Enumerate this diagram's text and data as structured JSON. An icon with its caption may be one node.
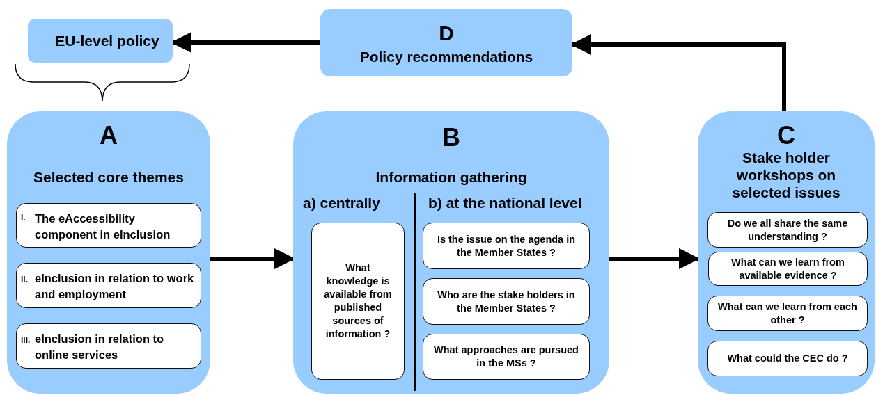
{
  "diagram": {
    "nodes": [
      {
        "text": [
          "EU-level policy"
        ]
      },
      {
        "text": [
          "D",
          "Policy recommendations"
        ]
      },
      {
        "text": [
          "A",
          "Selected core themes"
        ]
      },
      {
        "text": [
          "I.",
          "The eAccessibility component in eInclusion"
        ],
        "in": 2
      },
      {
        "text": [
          "II.",
          "eInclusion in relation to work and employment"
        ],
        "in": 2
      },
      {
        "text": [
          "III.",
          "eInclusion in relation to online services"
        ],
        "in": 2
      },
      {
        "text": [
          "B",
          "Information gathering",
          "a) centrally",
          "b) at the national level"
        ]
      },
      {
        "text": [
          "What knowledge is available from published sources of information ?"
        ],
        "in": 6
      },
      {
        "text": [
          "Is the issue on the agenda in the Member States ?"
        ],
        "in": 6
      },
      {
        "text": [
          "Who are the stake holders in the Member States ?"
        ],
        "in": 6
      },
      {
        "text": [
          "What approaches are pursued in the MSs ?"
        ],
        "in": 6
      },
      {
        "text": [
          "C",
          "Stake holder workshops on selected issues"
        ]
      },
      {
        "text": [
          "Do we all share the same understanding ?"
        ],
        "in": 11
      },
      {
        "text": [
          "What can we learn from available evidence ?"
        ],
        "in": 11
      },
      {
        "text": [
          "What can we learn from each other ?"
        ],
        "in": 11
      },
      {
        "text": [
          "What could the CEC do ?"
        ],
        "in": 11
      }
    ],
    "edges": [
      {
        "from": 1,
        "to": 0,
        "arrow": "to"
      },
      {
        "from": 2,
        "to": 6,
        "arrow": "to"
      },
      {
        "from": 6,
        "to": 11,
        "arrow": "to"
      },
      {
        "from": 11,
        "to": 1,
        "arrow": "to"
      }
    ]
  }
}
